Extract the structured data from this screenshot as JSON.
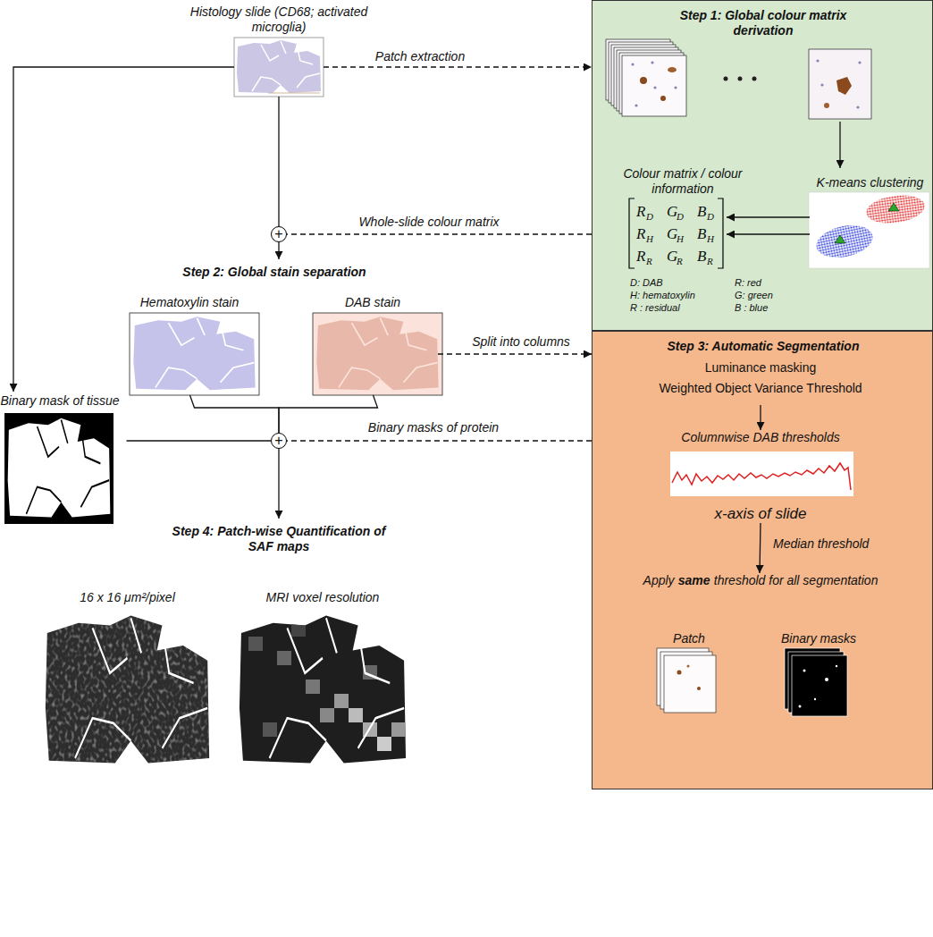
{
  "diagram": {
    "nodes": [
      {
        "text": [
          "Histology slide (CD68; activated microglia)"
        ]
      },
      {
        "text": [
          "Step 1: Global colour matrix derivation"
        ]
      },
      {
        "text": [
          "K-means clustering"
        ],
        "in": 1
      },
      {
        "text": [
          "Colour matrix / colour information"
        ],
        "in": 1
      },
      {
        "text": [
          "+"
        ]
      },
      {
        "text": [
          "Step 2: Global stain separation"
        ]
      },
      {
        "text": [
          "Hematoxylin stain"
        ],
        "in": 5
      },
      {
        "text": [
          "DAB stain"
        ],
        "in": 5
      },
      {
        "text": [
          "Step 3: Automatic Segmentation"
        ]
      },
      {
        "text": [
          "Luminance masking",
          "Weighted Object Variance Threshold"
        ],
        "in": 8
      },
      {
        "text": [
          "Columnwise DAB thresholds",
          "x-axis of slide"
        ],
        "in": 8
      },
      {
        "text": [
          "Apply",
          "same",
          "threshold for all segmentation"
        ],
        "in": 8
      },
      {
        "text": [
          "Patch"
        ],
        "in": 8
      },
      {
        "text": [
          "Binary masks"
        ],
        "in": 8
      },
      {
        "text": [
          "Binary mask of tissue"
        ]
      },
      {
        "text": [
          "+"
        ]
      },
      {
        "text": [
          "Step 4: Patch-wise Quantification of SAF maps"
        ]
      },
      {
        "text": [
          "16 x 16 μm²/pixel"
        ],
        "in": 16
      },
      {
        "text": [
          "MRI voxel resolution"
        ],
        "in": 16
      }
    ],
    "edges": [
      {
        "from": 0,
        "to": 1,
        "label": "Patch extraction",
        "arrow": "to"
      },
      {
        "from": 0,
        "to": 4,
        "arrow": "none"
      },
      {
        "from": 1,
        "to": 4,
        "label": "Whole-slide colour matrix",
        "arrow": "none"
      },
      {
        "from": 4,
        "to": 5,
        "arrow": "to"
      },
      {
        "from": 7,
        "to": 8,
        "label": "Split into columns",
        "arrow": "to"
      },
      {
        "from": 0,
        "to": 14,
        "arrow": "to"
      },
      {
        "from": 14,
        "to": 15,
        "arrow": "none"
      },
      {
        "from": 6,
        "to": 15,
        "arrow": "none"
      },
      {
        "from": 7,
        "to": 15,
        "arrow": "none"
      },
      {
        "from": 8,
        "to": 15,
        "label": "Binary masks of protein",
        "arrow": "none"
      },
      {
        "from": 15,
        "to": 16,
        "arrow": "to"
      },
      {
        "from": 9,
        "to": 10,
        "arrow": "to"
      },
      {
        "from": 10,
        "to": 11,
        "label": "Median threshold",
        "arrow": "to"
      },
      {
        "from": 2,
        "to": 3,
        "arrow": "to"
      },
      {
        "from": 2,
        "to": 3,
        "arrow": "to"
      }
    ],
    "labels": [
      "R",
      "D",
      "G",
      "D",
      "B",
      "D",
      "R",
      "H",
      "G",
      "H",
      "B",
      "H",
      "R",
      "R",
      "G",
      "R",
      "B",
      "R",
      "D: DAB",
      "R: red",
      "H: hematoxylin",
      "G: green",
      "R : residual",
      "B : blue"
    ]
  }
}
